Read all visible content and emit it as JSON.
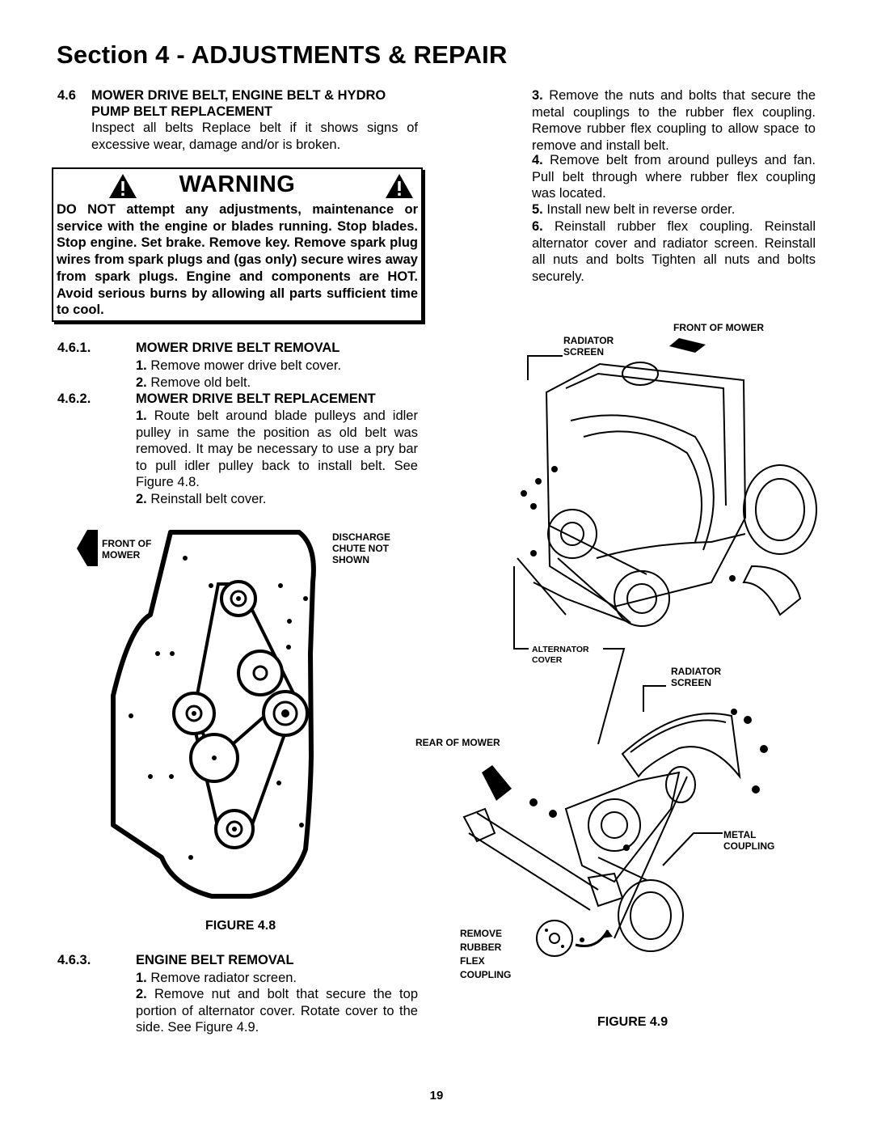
{
  "page": {
    "title": "Section 4 - ADJUSTMENTS & REPAIR",
    "page_number": "19"
  },
  "section_4_6": {
    "number": "4.6",
    "heading_line1": "MOWER DRIVE BELT, ENGINE BELT & HYDRO",
    "heading_line2": "PUMP BELT REPLACEMENT",
    "intro": "Inspect all belts Replace belt if it shows signs of excessive wear, damage and/or is broken."
  },
  "warning": {
    "title": "WARNING",
    "text": "DO NOT attempt any adjustments, maintenance or service with the engine or blades running. Stop blades. Stop engine. Set brake. Remove key. Remove spark plug wires from spark plugs and (gas only) secure wires away from spark plugs. Engine and components are HOT. Avoid serious burns by allowing all parts sufficient time to cool."
  },
  "section_4_6_1": {
    "number": "4.6.1.",
    "heading": "MOWER DRIVE BELT REMOVAL",
    "steps": [
      {
        "num": "1.",
        "text": "Remove mower drive belt cover."
      },
      {
        "num": "2.",
        "text": "Remove old belt."
      }
    ]
  },
  "section_4_6_2": {
    "number": "4.6.2.",
    "heading": "MOWER DRIVE BELT REPLACEMENT",
    "steps": [
      {
        "num": "1.",
        "text": "Route belt around blade pulleys and idler pulley in same the position as old belt was removed. It may be necessary to use a pry bar to pull idler pulley back to install belt. See Figure 4.8."
      },
      {
        "num": "2.",
        "text": "Reinstall belt cover."
      }
    ]
  },
  "section_4_6_3": {
    "number": "4.6.3.",
    "heading": "ENGINE BELT REMOVAL",
    "steps": [
      {
        "num": "1.",
        "text": "Remove radiator screen."
      },
      {
        "num": "2.",
        "text": "Remove nut and bolt that secure the top portion of alternator cover. Rotate cover to the side. See Figure 4.9."
      },
      {
        "num": "3.",
        "text": "Remove the nuts and bolts that secure the metal couplings to the rubber flex coupling. Remove rubber flex coupling to allow space to remove and install belt."
      },
      {
        "num": "4.",
        "text": "Remove belt from around pulleys and fan. Pull belt through where rubber flex coupling was located."
      },
      {
        "num": "5.",
        "text": "Install new belt in reverse order."
      },
      {
        "num": "6.",
        "text": "Reinstall rubber flex coupling. Reinstall alternator cover and radiator screen. Reinstall all nuts and bolts Tighten all nuts and bolts securely."
      }
    ]
  },
  "figure_4_8": {
    "caption": "FIGURE 4.8",
    "label_front_l1": "FRONT OF",
    "label_front_l2": "MOWER",
    "label_chute_l1": "DISCHARGE",
    "label_chute_l2": "CHUTE NOT",
    "label_chute_l3": "SHOWN"
  },
  "figure_4_9": {
    "caption": "FIGURE 4.9",
    "front_of_mower": "FRONT OF MOWER",
    "radiator_screen_top_l1": "RADIATOR",
    "radiator_screen_top_l2": "SCREEN",
    "alternator_cover_l1": "ALTERNATOR",
    "alternator_cover_l2": "COVER",
    "radiator_screen_bottom_l1": "RADIATOR",
    "radiator_screen_bottom_l2": "SCREEN",
    "rear_of_mower": "REAR OF MOWER",
    "metal_coupling_l1": "METAL",
    "metal_coupling_l2": "COUPLING",
    "remove_l1": "REMOVE",
    "remove_l2": "RUBBER",
    "remove_l3": "FLEX",
    "remove_l4": "COUPLING"
  }
}
